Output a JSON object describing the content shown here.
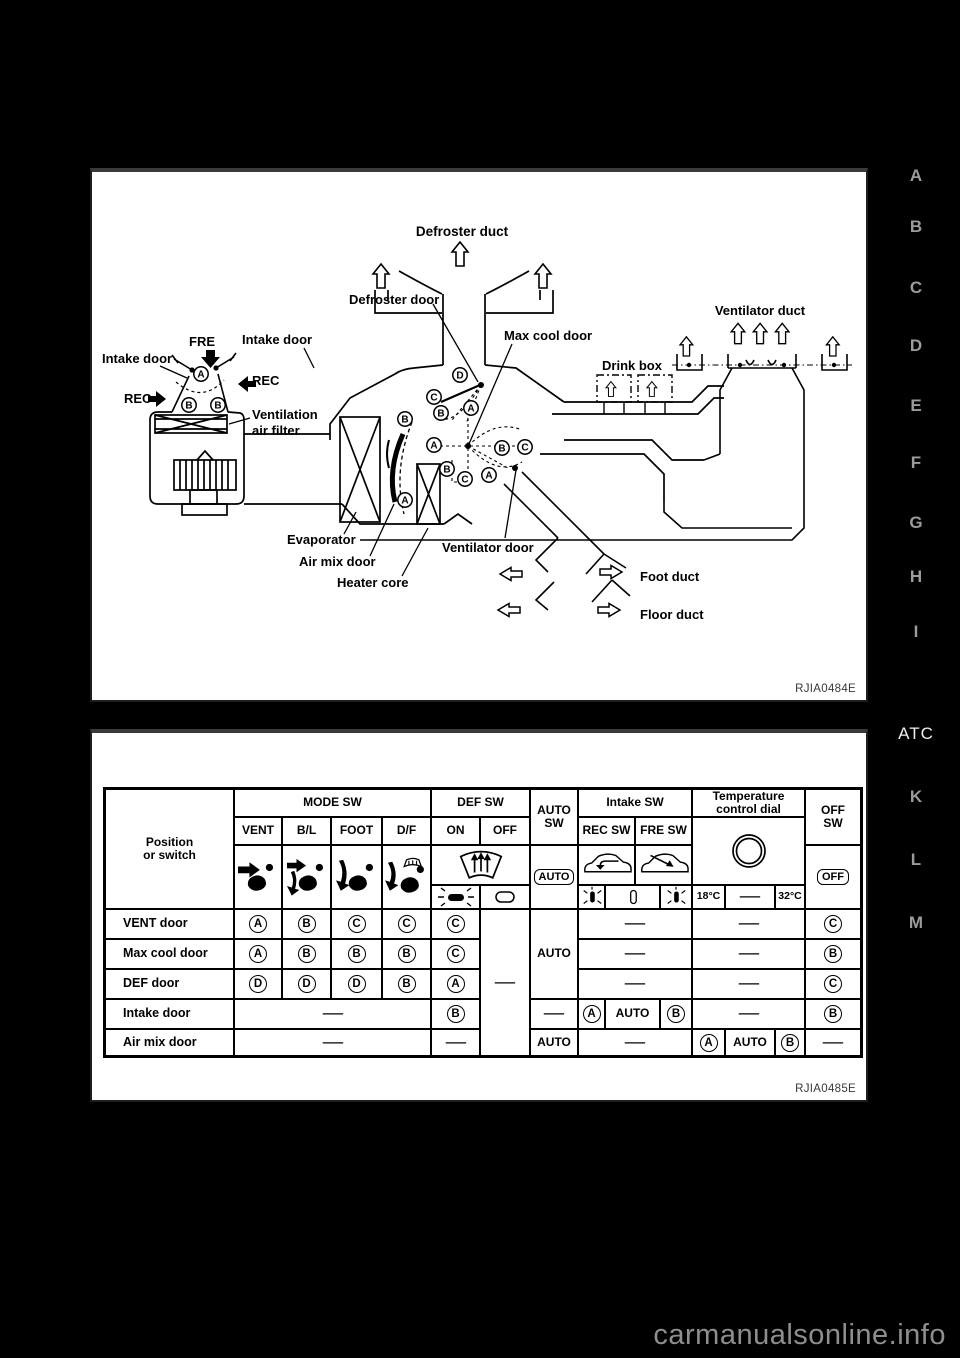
{
  "sidebar": {
    "items": [
      "A",
      "B",
      "C",
      "D",
      "E",
      "F",
      "G",
      "H",
      "I"
    ],
    "current": "ATC",
    "lower": [
      "K",
      "L",
      "M"
    ]
  },
  "watermark": "carmanualsonline.info",
  "fig1": {
    "ref": "RJIA0484E",
    "labels": {
      "defroster_duct": "Defroster duct",
      "defroster_door": "Defroster door",
      "max_cool_door": "Max cool door",
      "ventilator_duct": "Ventilator duct",
      "drink_box": "Drink box",
      "intake_door_left": "Intake door",
      "intake_door_right": "Intake door",
      "fre": "FRE",
      "rec_left": "REC",
      "rec_right": "REC",
      "vent_filter_1": "Ventilation",
      "vent_filter_2": "air filter",
      "evaporator": "Evaporator",
      "air_mix_door": "Air mix door",
      "heater_core": "Heater core",
      "ventilator_door": "Ventilator door",
      "foot_duct": "Foot duct",
      "floor_duct": "Floor duct"
    },
    "letters": [
      "A",
      "B",
      "B",
      "B",
      "A",
      "D",
      "C",
      "B",
      "A",
      "A",
      "B",
      "C",
      "B",
      "C",
      "A"
    ]
  },
  "fig2": {
    "ref": "RJIA0485E",
    "table": {
      "position_1": "Position",
      "position_2": "or switch",
      "mode_sw": "MODE SW",
      "def_sw": "DEF SW",
      "auto_sw_1": "AUTO",
      "auto_sw_2": "SW",
      "intake_sw": "Intake SW",
      "temp_1": "Temperature",
      "temp_2": "control dial",
      "off_sw_1": "OFF",
      "off_sw_2": "SW",
      "vent": "VENT",
      "bl": "B/L",
      "foot": "FOOT",
      "df": "D/F",
      "on": "ON",
      "off": "OFF",
      "rec_sw": "REC SW",
      "fre_sw": "FRE SW",
      "auto_btn": "AUTO",
      "off_btn": "OFF",
      "t_min": "18°C",
      "t_max": "32°C",
      "dash": "—",
      "auto": "AUTO",
      "rows": [
        {
          "label": "VENT door",
          "vent": "A",
          "bl": "B",
          "foot": "C",
          "df": "C",
          "def_on": "C",
          "off_sw": "C"
        },
        {
          "label": "Max cool door",
          "vent": "A",
          "bl": "B",
          "foot": "B",
          "df": "B",
          "def_on": "C",
          "off_sw": "B"
        },
        {
          "label": "DEF door",
          "vent": "D",
          "bl": "D",
          "foot": "D",
          "df": "B",
          "def_on": "A",
          "off_sw": "C"
        },
        {
          "label": "Intake door",
          "def_on": "B",
          "intake_rec": "A",
          "intake_mid": "AUTO",
          "intake_fre": "B",
          "off_sw": "B"
        },
        {
          "label": "Air mix door",
          "auto_sw": "AUTO",
          "temp_a": "A",
          "temp_mid": "AUTO",
          "temp_b": "B"
        }
      ]
    }
  }
}
